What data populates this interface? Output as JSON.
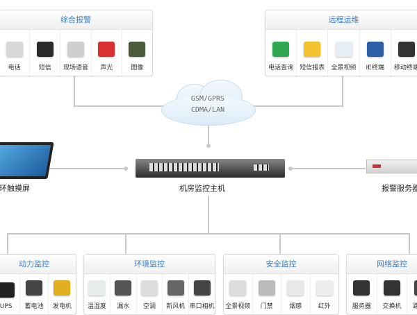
{
  "top_left": {
    "title": "综合报警",
    "items": [
      {
        "label": "电话",
        "icon": "telephone-icon",
        "color": "#d8d8d8"
      },
      {
        "label": "短信",
        "icon": "mobile-phone-icon",
        "color": "#2a2a2a"
      },
      {
        "label": "现场语音",
        "icon": "speaker-icon",
        "color": "#cfcfcf"
      },
      {
        "label": "声光",
        "icon": "siren-icon",
        "color": "#d93030"
      },
      {
        "label": "图像",
        "icon": "video-wall-icon",
        "color": "#4a5a3a"
      }
    ]
  },
  "top_right": {
    "title": "远程运维",
    "items": [
      {
        "label": "电话查询",
        "icon": "phone-call-icon",
        "color": "#2fa84f"
      },
      {
        "label": "短信报表",
        "icon": "envelope-icon",
        "color": "#f2c230"
      },
      {
        "label": "全景视频",
        "icon": "panoramic-camera-icon",
        "color": "#e6eef3"
      },
      {
        "label": "IE终端",
        "icon": "laptop-icon",
        "color": "#2b5fa8"
      },
      {
        "label": "移动终端",
        "icon": "tablet-icon",
        "color": "#333"
      }
    ]
  },
  "cloud": {
    "line1": "GSM/GPRS",
    "line2": "CDMA/LAN"
  },
  "host": {
    "label": "机房监控主机"
  },
  "touchscreen": {
    "label": "动环触摸屏"
  },
  "alarm_server": {
    "label": "报警服务器"
  },
  "bottom": [
    {
      "title": "动力监控",
      "items": [
        {
          "label": "UPS",
          "icon": "ups-icon",
          "color": "#222"
        },
        {
          "label": "蓄电池",
          "icon": "battery-icon",
          "color": "#444"
        },
        {
          "label": "发电机",
          "icon": "generator-icon",
          "color": "#e0b020"
        }
      ]
    },
    {
      "title": "环境监控",
      "items": [
        {
          "label": "温湿度",
          "icon": "thermo-hygrometer-icon",
          "color": "#e8ece8"
        },
        {
          "label": "漏水",
          "icon": "water-leak-icon",
          "color": "#555"
        },
        {
          "label": "空调",
          "icon": "air-conditioner-icon",
          "color": "#ddd"
        },
        {
          "label": "新风机",
          "icon": "fresh-air-unit-icon",
          "color": "#666"
        },
        {
          "label": "串口相机",
          "icon": "serial-camera-icon",
          "color": "#444"
        }
      ]
    },
    {
      "title": "安全监控",
      "items": [
        {
          "label": "全景视频",
          "icon": "dome-camera-icon",
          "color": "#ddd"
        },
        {
          "label": "门禁",
          "icon": "access-control-icon",
          "color": "#bbb"
        },
        {
          "label": "烟感",
          "icon": "smoke-detector-icon",
          "color": "#e8e8e8"
        },
        {
          "label": "红外",
          "icon": "infrared-sensor-icon",
          "color": "#eee"
        }
      ]
    },
    {
      "title": "网络监控",
      "items": [
        {
          "label": "服务器",
          "icon": "server-icon",
          "color": "#333"
        },
        {
          "label": "交换机",
          "icon": "switch-icon",
          "color": "#333"
        },
        {
          "label": "路由器",
          "icon": "router-icon",
          "color": "#444"
        }
      ]
    }
  ]
}
